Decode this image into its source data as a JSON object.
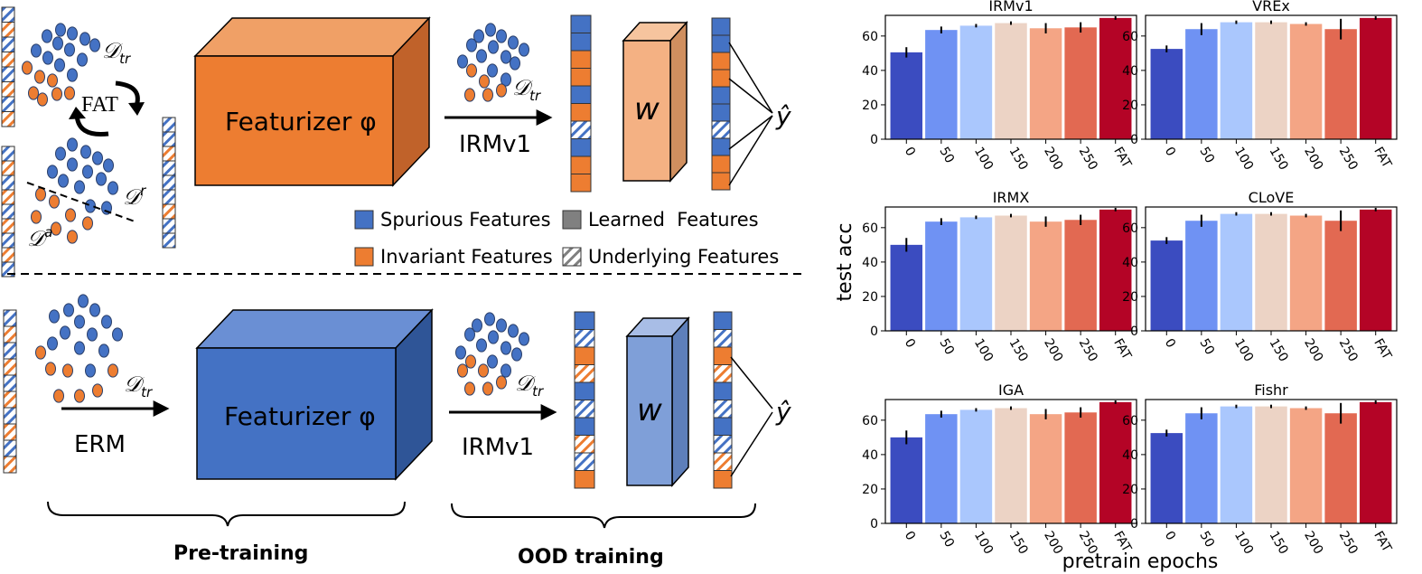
{
  "diagram": {
    "top": {
      "fat_label": "FAT",
      "d_tr": "𝒟tr",
      "d_r": "𝒟r",
      "d_a": "𝒟a",
      "featurizer": "Featurizer φ",
      "method": "IRMv1",
      "w": "w",
      "y_hat": "ŷ"
    },
    "bottom": {
      "erm": "ERM",
      "d_tr": "𝒟tr",
      "featurizer": "Featurizer φ",
      "method": "IRMv1",
      "w": "w",
      "y_hat": "ŷ"
    },
    "legend": [
      {
        "label": "Spurious Features",
        "color": "#4472c4"
      },
      {
        "label": "Learned  Features",
        "color": "#808080"
      },
      {
        "label": "Invariant Features",
        "color": "#ed7d31"
      },
      {
        "label": "Underlying Features",
        "color": "hatch"
      }
    ],
    "brackets": {
      "pretraining": "Pre-training",
      "ood": "OOD training"
    }
  },
  "chart_data": [
    {
      "type": "bar",
      "title": "IRMv1",
      "categories": [
        "0",
        "50",
        "100",
        "150",
        "200",
        "250",
        "FAT"
      ],
      "values": [
        50.5,
        63.5,
        66,
        67.5,
        64.5,
        65,
        70.5
      ],
      "errors": [
        3,
        2,
        1,
        1,
        3,
        3,
        1
      ],
      "ylim": [
        0,
        72
      ]
    },
    {
      "type": "bar",
      "title": "VREx",
      "categories": [
        "0",
        "50",
        "100",
        "150",
        "200",
        "250",
        "FAT"
      ],
      "values": [
        52.5,
        64,
        68,
        68,
        67,
        64,
        70.5
      ],
      "errors": [
        2,
        3.5,
        1,
        1,
        1,
        6,
        1
      ],
      "ylim": [
        0,
        72
      ]
    },
    {
      "type": "bar",
      "title": "IRMX",
      "categories": [
        "0",
        "50",
        "100",
        "150",
        "200",
        "250",
        "FAT"
      ],
      "values": [
        50,
        63.5,
        66,
        67,
        63.5,
        64.5,
        70.5
      ],
      "errors": [
        4,
        2,
        1,
        1,
        3,
        3,
        1
      ],
      "ylim": [
        0,
        72
      ]
    },
    {
      "type": "bar",
      "title": "CLoVE",
      "categories": [
        "0",
        "50",
        "100",
        "150",
        "200",
        "250",
        "FAT"
      ],
      "values": [
        52.5,
        64,
        68,
        68,
        67,
        64,
        70.5
      ],
      "errors": [
        2,
        3.5,
        1,
        1,
        1,
        6,
        1
      ],
      "ylim": [
        0,
        72
      ]
    },
    {
      "type": "bar",
      "title": "IGA",
      "categories": [
        "0",
        "50",
        "100",
        "150",
        "200",
        "250",
        "FAT"
      ],
      "values": [
        50,
        63.5,
        66,
        67,
        63.5,
        64.5,
        70.5
      ],
      "errors": [
        4,
        2,
        1,
        1,
        3,
        3,
        1
      ],
      "ylim": [
        0,
        72
      ]
    },
    {
      "type": "bar",
      "title": "Fishr",
      "categories": [
        "0",
        "50",
        "100",
        "150",
        "200",
        "250",
        "FAT"
      ],
      "values": [
        52.5,
        64,
        68,
        68,
        67,
        64,
        70.5
      ],
      "errors": [
        2,
        3.5,
        1,
        1,
        1,
        6,
        1
      ],
      "ylim": [
        0,
        72
      ]
    }
  ],
  "chart_common": {
    "xlabel": "pretrain epochs",
    "ylabel": "test acc",
    "yticks": [
      0,
      20,
      40,
      60
    ],
    "bar_colors": [
      "#3b4cc0",
      "#6f92f3",
      "#aac7fd",
      "#ecd3c5",
      "#f4a585",
      "#e26952",
      "#b40426"
    ]
  }
}
